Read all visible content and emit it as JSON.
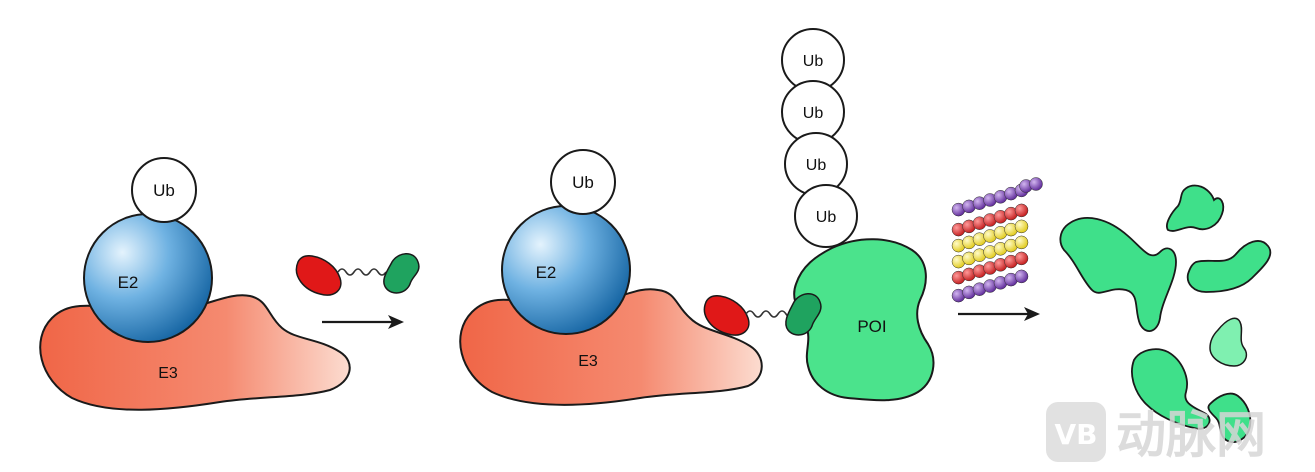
{
  "labels": {
    "ub": "Ub",
    "e2": "E2",
    "e3": "E3",
    "poi": "POI"
  },
  "watermark": {
    "logo_text": "VB",
    "site_text": "动脉网"
  },
  "colors": {
    "ub_fill": "#ffffff",
    "e2_light": "#cfe9fb",
    "e2_dark": "#1a72b3",
    "e3_dark": "#f06a4a",
    "e3_light": "#fbd8cc",
    "poi_fill": "#4be38c",
    "fragment_fill": "#3fe08a",
    "protac_warhead": "#e01818",
    "protac_ligand": "#1fa35f",
    "proteasome_purple": "#7b3fb0",
    "proteasome_red": "#e03030",
    "proteasome_yellow": "#f2e23a",
    "outline": "#1a1a1a"
  },
  "icons": {
    "arrow": "right-arrow-icon",
    "proteasome": "proteasome-icon",
    "protac": "protac-linker-icon"
  }
}
